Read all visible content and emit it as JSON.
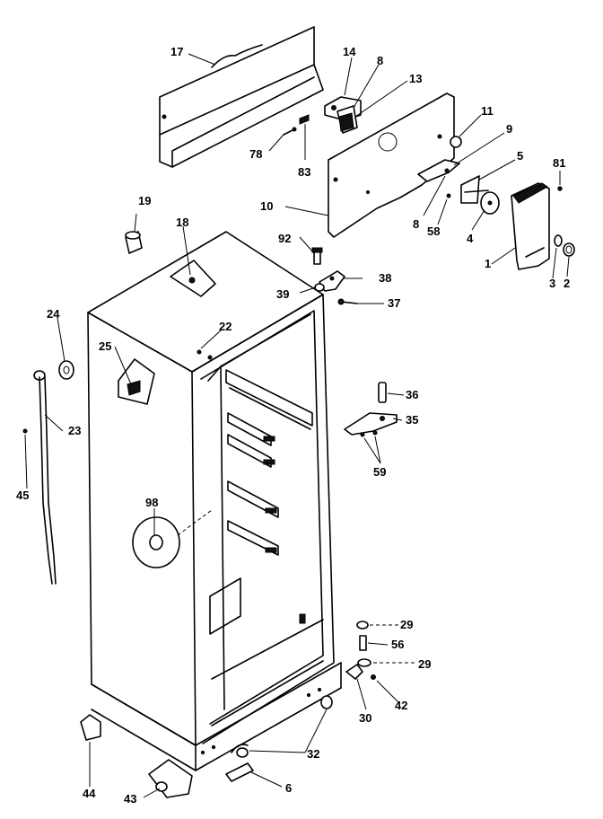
{
  "callouts": {
    "c1": "1",
    "c2": "2",
    "c3": "3",
    "c4": "4",
    "c5": "5",
    "c6": "6",
    "c8a": "8",
    "c8b": "8",
    "c9": "9",
    "c10": "10",
    "c11": "11",
    "c13": "13",
    "c14": "14",
    "c17": "17",
    "c18": "18",
    "c19": "19",
    "c22": "22",
    "c23": "23",
    "c24": "24",
    "c25": "25",
    "c29a": "29",
    "c29b": "29",
    "c30": "30",
    "c32": "32",
    "c35": "35",
    "c36": "36",
    "c37": "37",
    "c38": "38",
    "c39": "39",
    "c42": "42",
    "c43": "43",
    "c44": "44",
    "c45": "45",
    "c56": "56",
    "c58": "58",
    "c59": "59",
    "c78": "78",
    "c81": "81",
    "c83": "83",
    "c92": "92",
    "c98": "98"
  }
}
